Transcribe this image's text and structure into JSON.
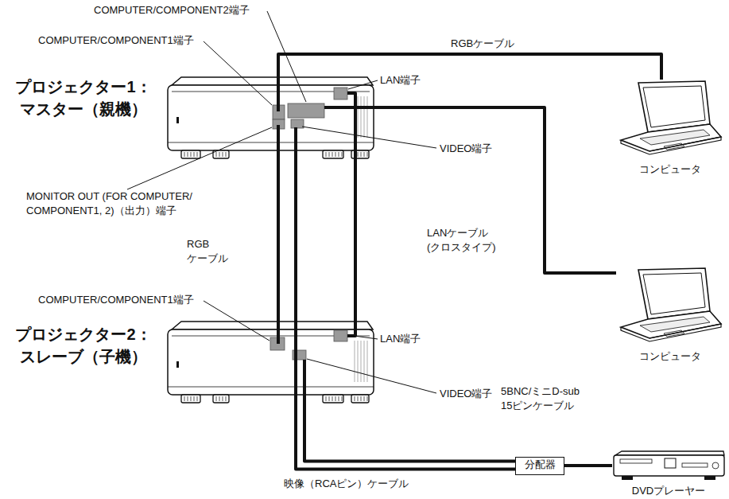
{
  "diagram": {
    "nodes": [
      {
        "text": [
          "プロジェクター1： マスター（親機）"
        ]
      },
      {
        "text": [
          "プロジェクター2： スレーブ（子機）"
        ]
      },
      {
        "text": [
          "コンピュータ"
        ]
      },
      {
        "text": [
          "コンピュータ"
        ]
      },
      {
        "text": [
          "分配器"
        ]
      },
      {
        "text": [
          "DVDプレーヤー"
        ]
      }
    ],
    "edges": [
      {
        "from": 2,
        "to": 0,
        "arrow": "none",
        "label": "RGBケーブル"
      },
      {
        "from": 3,
        "to": 0,
        "arrow": "none",
        "label": "5BNC/ミニD-sub 15ピンケーブル"
      },
      {
        "from": 0,
        "to": 1,
        "arrow": "none",
        "label": "RGB ケーブル"
      },
      {
        "from": 0,
        "to": 1,
        "arrow": "none",
        "label": "LANケーブル (クロスタイプ)"
      },
      {
        "from": 5,
        "to": 4,
        "arrow": "none"
      },
      {
        "from": 4,
        "to": 0,
        "arrow": "none",
        "label": "映像（RCAピン）ケーブル"
      },
      {
        "from": 4,
        "to": 1,
        "arrow": "none"
      }
    ],
    "labels": [
      "COMPUTER/COMPONENT2端子",
      "COMPUTER/COMPONENT1端子",
      "LAN端子",
      "VIDEO端子",
      "MONITOR OUT (FOR COMPUTER/ COMPONENT1, 2)（出力）端子",
      "COMPUTER/COMPONENT1端子",
      "LAN端子",
      "VIDEO端子"
    ]
  }
}
